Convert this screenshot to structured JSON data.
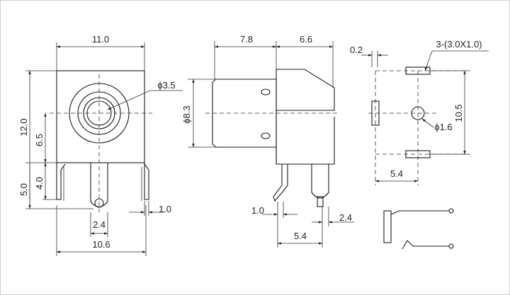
{
  "front_view": {
    "width_top": "11.0",
    "hole_diameter": "ϕ3.5",
    "height_total": "12.0",
    "center_height": "6.5",
    "pin_height": "5.0",
    "pin_offset": "4.0",
    "pin_spacing": "2.4",
    "pin_thickness": "1.0",
    "width_bottom": "10.6"
  },
  "side_view": {
    "body_depth": "7.8",
    "front_depth": "6.6",
    "barrel_diameter": "ϕ8.3",
    "pin_width": "1.0",
    "pin_pitch": "5.4",
    "pin_offset": "2.4"
  },
  "footprint": {
    "slot_width": "0.2",
    "slot_spec": "3-(3.0X1.0)",
    "vertical_pitch": "10.5",
    "hole_diameter": "ϕ1.6",
    "horizontal_pitch": "5.4"
  }
}
